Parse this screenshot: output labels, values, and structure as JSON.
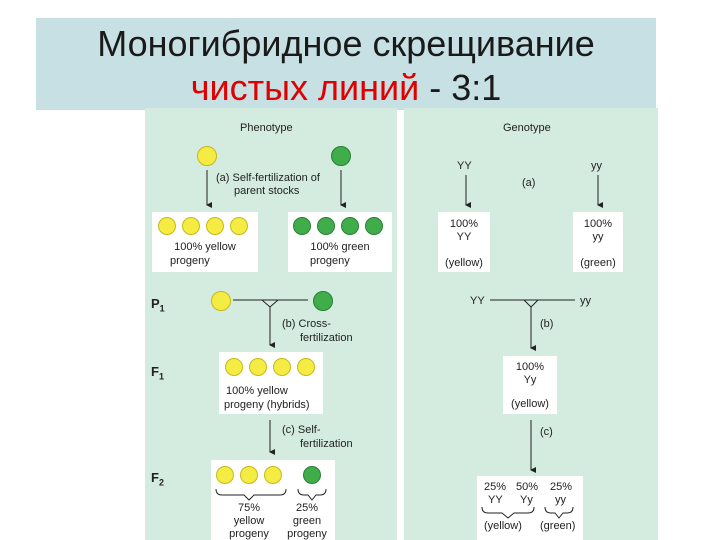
{
  "title": {
    "line1": "Моногибридное скрещивание",
    "line2_red": "чистых линий",
    "line2_rest": " - 3:1"
  },
  "colors": {
    "yellow": "#f4ec42",
    "green": "#3fae4a",
    "title_bg": "#c6e0e4",
    "panel_bg": "#d4ebdf",
    "accent_red": "#e00000"
  },
  "phenotype": {
    "header": "Phenotype",
    "a_label": "(a) Self-fertilization of",
    "a_label2": "parent stocks",
    "yellow_progeny1": "100% yellow",
    "yellow_progeny2": "progeny",
    "green_progeny1": "100% green",
    "green_progeny2": "progeny",
    "b_label": "(b) Cross-",
    "b_label2": "fertilization",
    "f1_label1": "100% yellow",
    "f1_label2": "progeny (hybrids)",
    "c_label": "(c) Self-",
    "c_label2": "fertilization",
    "f2_yellow1": "75%",
    "f2_yellow2": "yellow",
    "f2_yellow3": "progeny",
    "f2_green1": "25%",
    "f2_green2": "green",
    "f2_green3": "progeny"
  },
  "generations": {
    "p1": "P",
    "p1_sub": "1",
    "f1": "F",
    "f1_sub": "1",
    "f2": "F",
    "f2_sub": "2"
  },
  "genotype": {
    "header": "Genotype",
    "yy_parent": "YY",
    "yy_lower_parent": "yy",
    "a_label": "(a)",
    "box1_pct": "100%",
    "box1_geno": "YY",
    "box1_color": "(yellow)",
    "box2_pct": "100%",
    "box2_geno": "yy",
    "box2_color": "(green)",
    "cross_left": "YY",
    "cross_right": "yy",
    "b_label": "(b)",
    "f1_pct": "100%",
    "f1_geno": "Yy",
    "f1_color": "(yellow)",
    "c_label": "(c)",
    "f2_pct1": "25%",
    "f2_pct2": "50%",
    "f2_pct3": "25%",
    "f2_g1": "YY",
    "f2_g2": "Yy",
    "f2_g3": "yy",
    "f2_yellow": "(yellow)",
    "f2_green": "(green)"
  }
}
